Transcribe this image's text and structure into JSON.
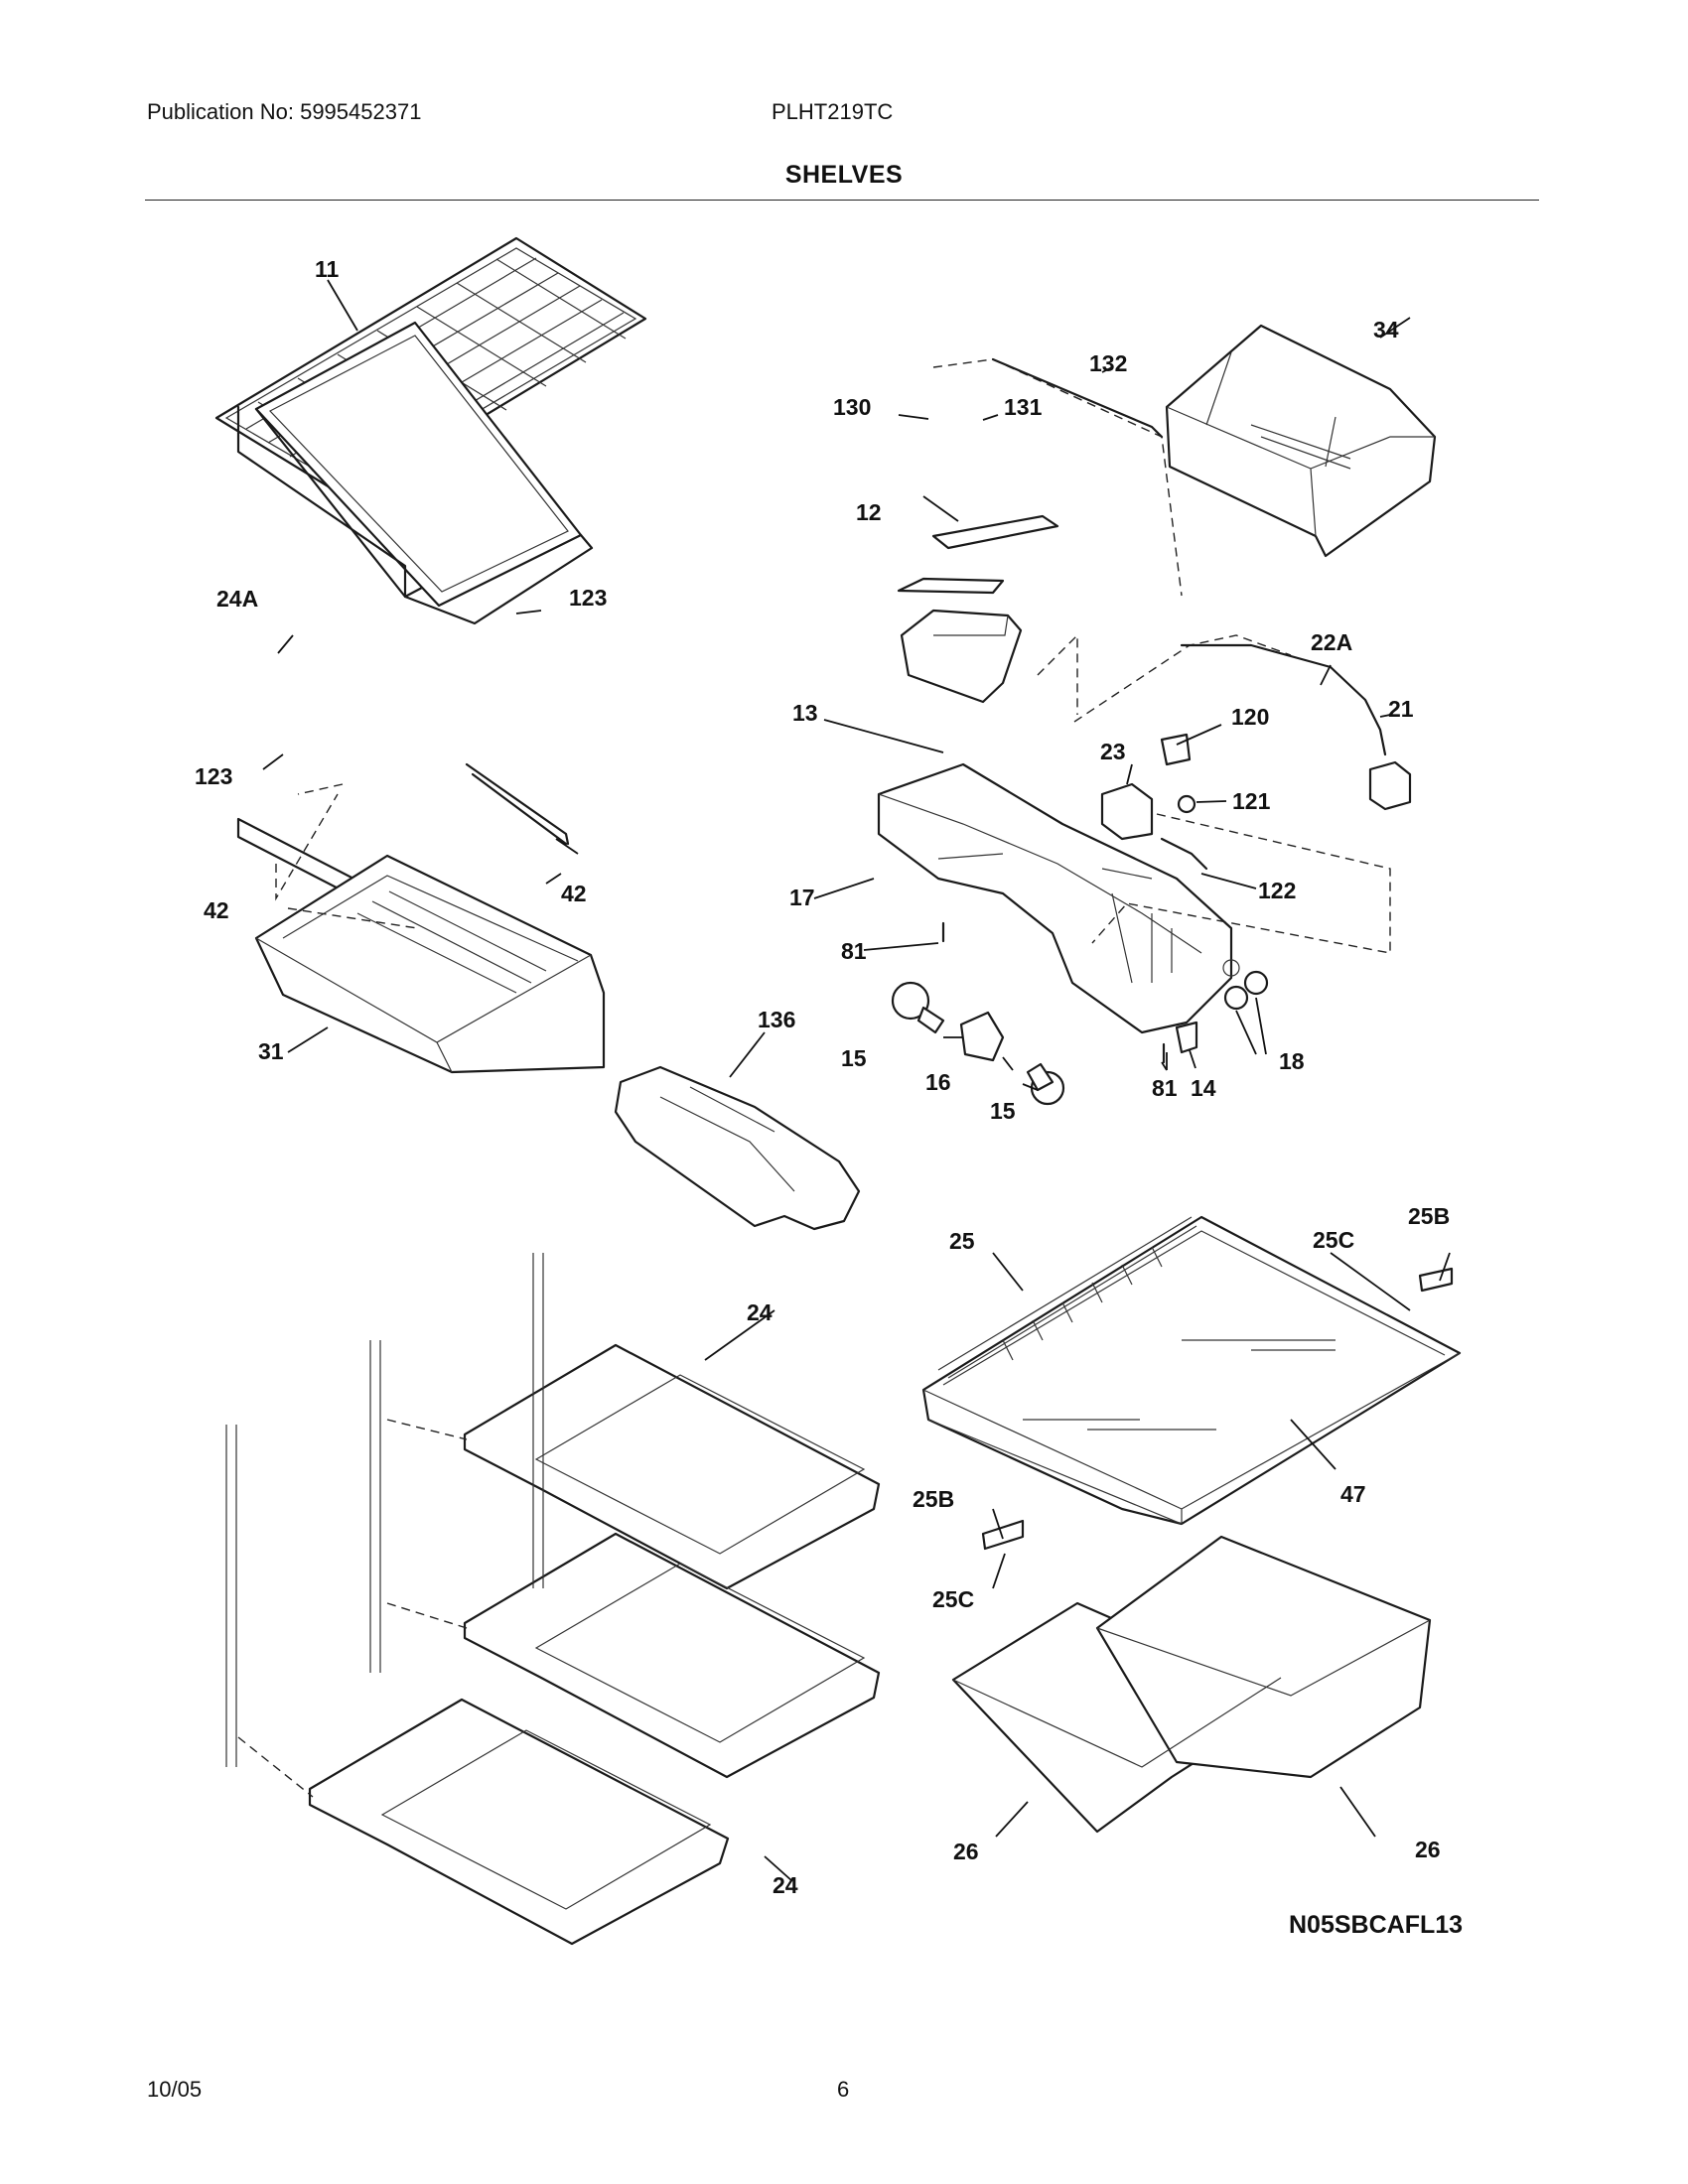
{
  "header": {
    "publication": "Publication No: 5995452371",
    "model": "PLHT219TC",
    "section_title": "SHELVES"
  },
  "diagram": {
    "callouts": [
      "11",
      "34",
      "132",
      "130",
      "131",
      "12",
      "24A",
      "123",
      "22A",
      "13",
      "120",
      "21",
      "23",
      "121",
      "123",
      "42",
      "42",
      "17",
      "122",
      "81",
      "31",
      "136",
      "15",
      "16",
      "15",
      "81",
      "14",
      "18",
      "25",
      "25B",
      "25C",
      "24",
      "47",
      "25B",
      "25C",
      "24",
      "26",
      "26"
    ],
    "diagram_code": "N05SBCAFL13"
  },
  "footer": {
    "date": "10/05",
    "page_number": "6"
  }
}
